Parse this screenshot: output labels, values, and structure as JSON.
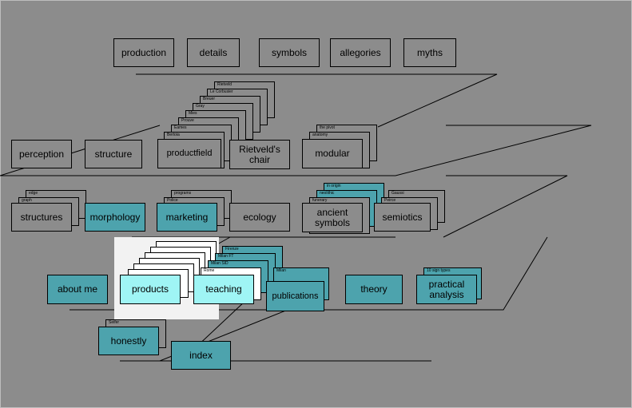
{
  "row1": {
    "production": "production",
    "details": "details",
    "symbols": "symbols",
    "allegories": "allegories",
    "myths": "myths"
  },
  "row2": {
    "perception": "perception",
    "structure": "structure",
    "productfield": "productfield",
    "rietveld_chair": "Rietveld's chair",
    "modular": "modular",
    "chair_stack": [
      "Rietveld",
      "Le Corbusier",
      "Breuer",
      "Gray",
      "Mies",
      "Prouve",
      "Eames",
      "Bertoia"
    ],
    "modular_stack": [
      "the pivot",
      "anatomy"
    ]
  },
  "row3": {
    "structures": "structures",
    "morphology": "morphology",
    "marketing": "marketing",
    "ecology": "ecology",
    "ancient_symbols": "ancient symbols",
    "semiotics": "semiotics",
    "structures_stack": [
      "edge",
      "graph"
    ],
    "marketing_stack": [
      "programs",
      "Police"
    ],
    "symbols_stack": [
      "in origin",
      "neolithic",
      "funerary"
    ],
    "semiotics_stack": [
      "Gaussi",
      "Peirce"
    ]
  },
  "row4": {
    "about_me": "about me",
    "products": "products",
    "teaching": "teaching",
    "publications": "publications",
    "theory": "theory",
    "practical_analysis": "practical analysis",
    "teaching_stack": [
      "Firenze",
      "Milan FT",
      "Milan SID",
      "Rome"
    ],
    "publications_stack": [
      "Milan"
    ],
    "analysis_stack": [
      "10 sign types"
    ]
  },
  "row5": {
    "honestly": "honestly",
    "index": "index",
    "honestly_stack": [
      "Seifer"
    ]
  }
}
